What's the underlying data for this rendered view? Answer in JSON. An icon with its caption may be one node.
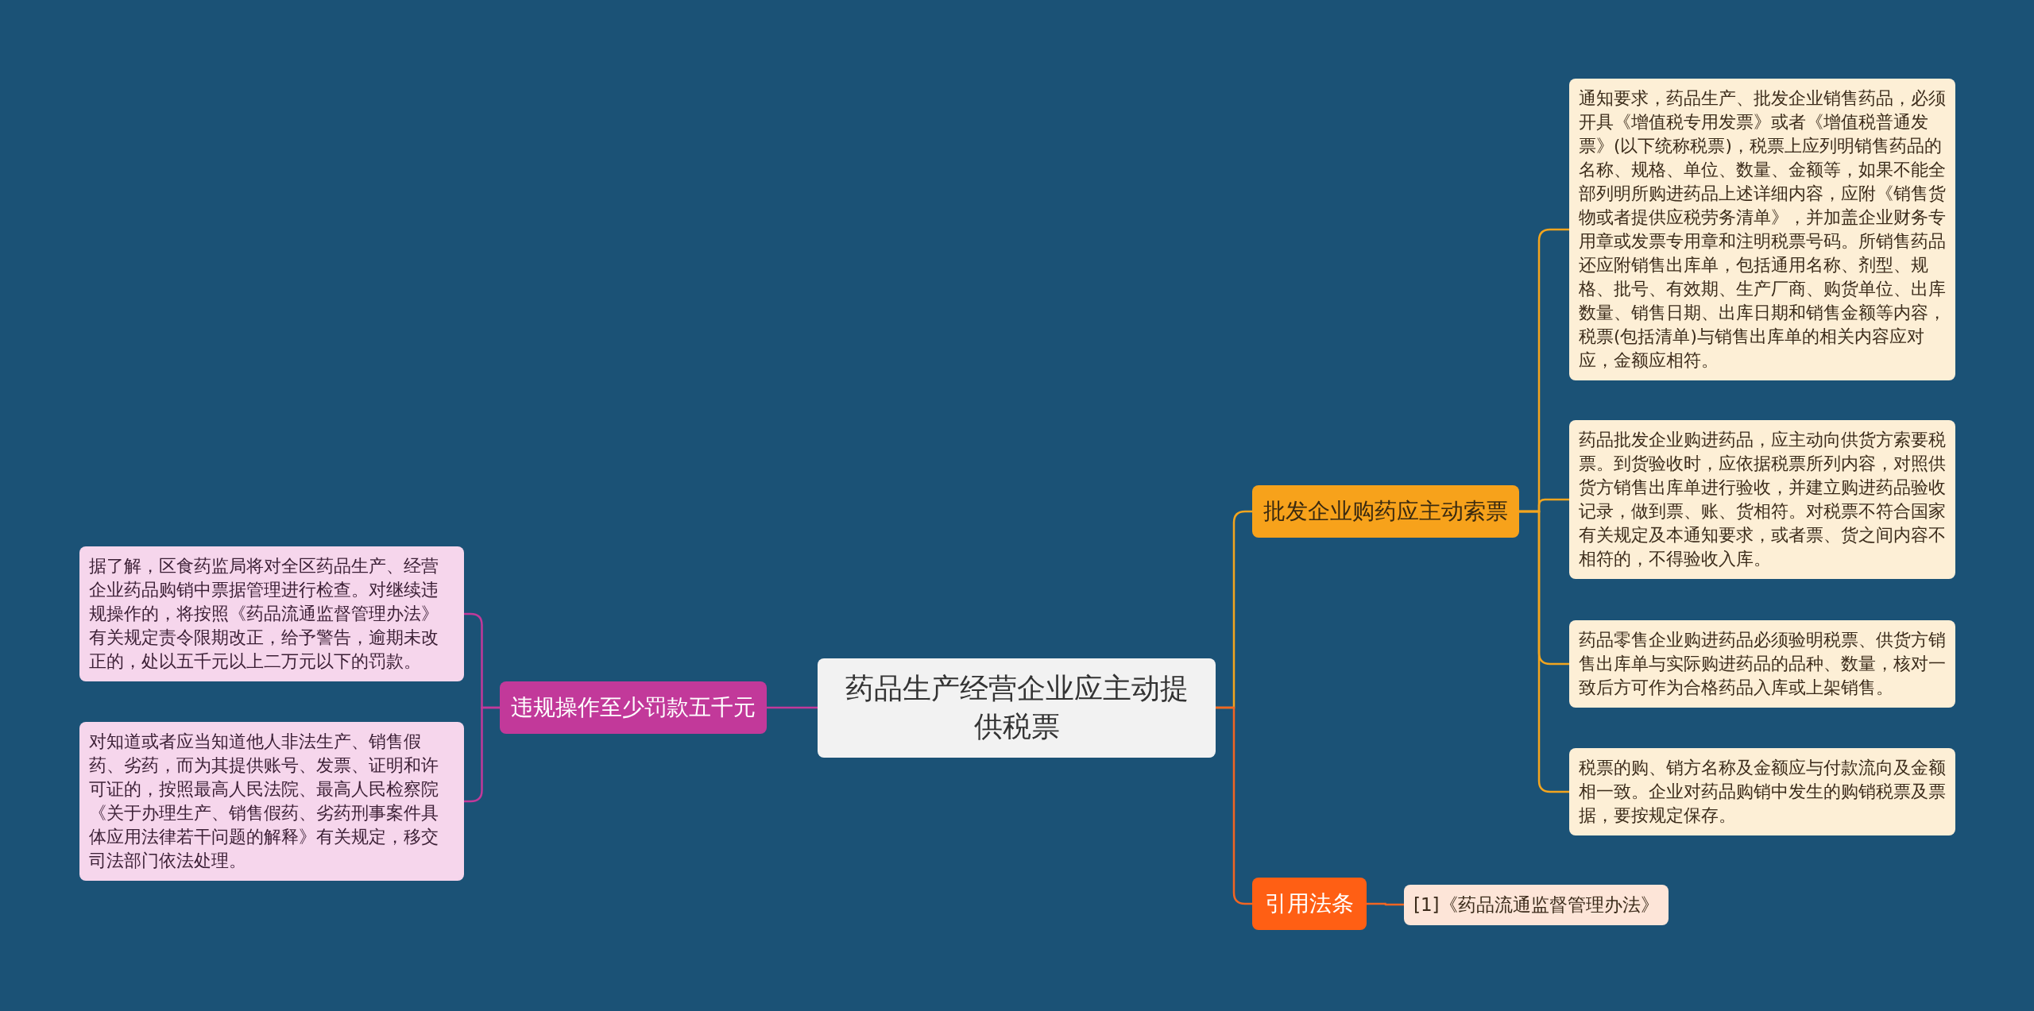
{
  "diagram": {
    "nodes": [
      {
        "text": [
          "药品生产经营企业应主动提供税票"
        ]
      },
      {
        "text": [
          "批发企业购药应主动索票"
        ]
      },
      {
        "text": [
          "通知要求，药品生产、批发企业销售药品，必须开具《增值税专用发票》或者《增值税普通发票》(以下统称税票)，税票上应列明销售药品的名称、规格、单位、数量、金额等，如果不能全部列明所购进药品上述详细内容，应附《销售货物或者提供应税劳务清单》，并加盖企业财务专用章或发票专用章和注明税票号码。所销售药品还应附销售出库单，包括通用名称、剂型、规格、批号、有效期、生产厂商、购货单位、出库数量、销售日期、出库日期和销售金额等内容，税票(包括清单)与销售出库单的相关内容应对应，金额应相符。"
        ]
      },
      {
        "text": [
          "药品批发企业购进药品，应主动向供货方索要税票。到货验收时，应依据税票所列内容，对照供货方销售出库单进行验收，并建立购进药品验收记录，做到票、账、货相符。对税票不符合国家有关规定及本通知要求，或者票、货之间内容不相符的，不得验收入库。"
        ]
      },
      {
        "text": [
          "药品零售企业购进药品必须验明税票、供货方销售出库单与实际购进药品的品种、数量，核对一致后方可作为合格药品入库或上架销售。"
        ]
      },
      {
        "text": [
          "税票的购、销方名称及金额应与付款流向及金额相一致。企业对药品购销中发生的购销税票及票据，要按规定保存。"
        ]
      },
      {
        "text": [
          "引用法条"
        ]
      },
      {
        "text": [
          "[1]《药品流通监督管理办法》"
        ]
      },
      {
        "text": [
          "违规操作至少罚款五千元"
        ]
      },
      {
        "text": [
          "据了解，区食药监局将对全区药品生产、经营企业药品购销中票据管理进行检查。对继续违规操作的，将按照《药品流通监督管理办法》有关规定责令限期改正，给予警告，逾期未改正的，处以五千元以上二万元以下的罚款。"
        ]
      },
      {
        "text": [
          "对知道或者应当知道他人非法生产、销售假药、劣药，而为其提供账号、发票、证明和许可证的，按照最高人民法院、最高人民检察院《关于办理生产、销售假药、劣药刑事案件具体应用法律若干问题的解释》有关规定，移交司法部门依法处理。"
        ]
      }
    ],
    "edges": [
      {
        "from": 0,
        "to": 1,
        "arrow": "none"
      },
      {
        "from": 1,
        "to": 2,
        "arrow": "none"
      },
      {
        "from": 1,
        "to": 3,
        "arrow": "none"
      },
      {
        "from": 1,
        "to": 4,
        "arrow": "none"
      },
      {
        "from": 1,
        "to": 5,
        "arrow": "none"
      },
      {
        "from": 0,
        "to": 6,
        "arrow": "none",
        "color": "#f26522"
      },
      {
        "from": 6,
        "to": 7,
        "arrow": "none",
        "color": "#f26522"
      },
      {
        "from": 0,
        "to": 8,
        "arrow": "none",
        "color": "#c2399a"
      },
      {
        "from": 8,
        "to": 9,
        "arrow": "none",
        "color": "#c2399a"
      },
      {
        "from": 8,
        "to": 10,
        "arrow": "none",
        "color": "#c2399a"
      }
    ]
  }
}
